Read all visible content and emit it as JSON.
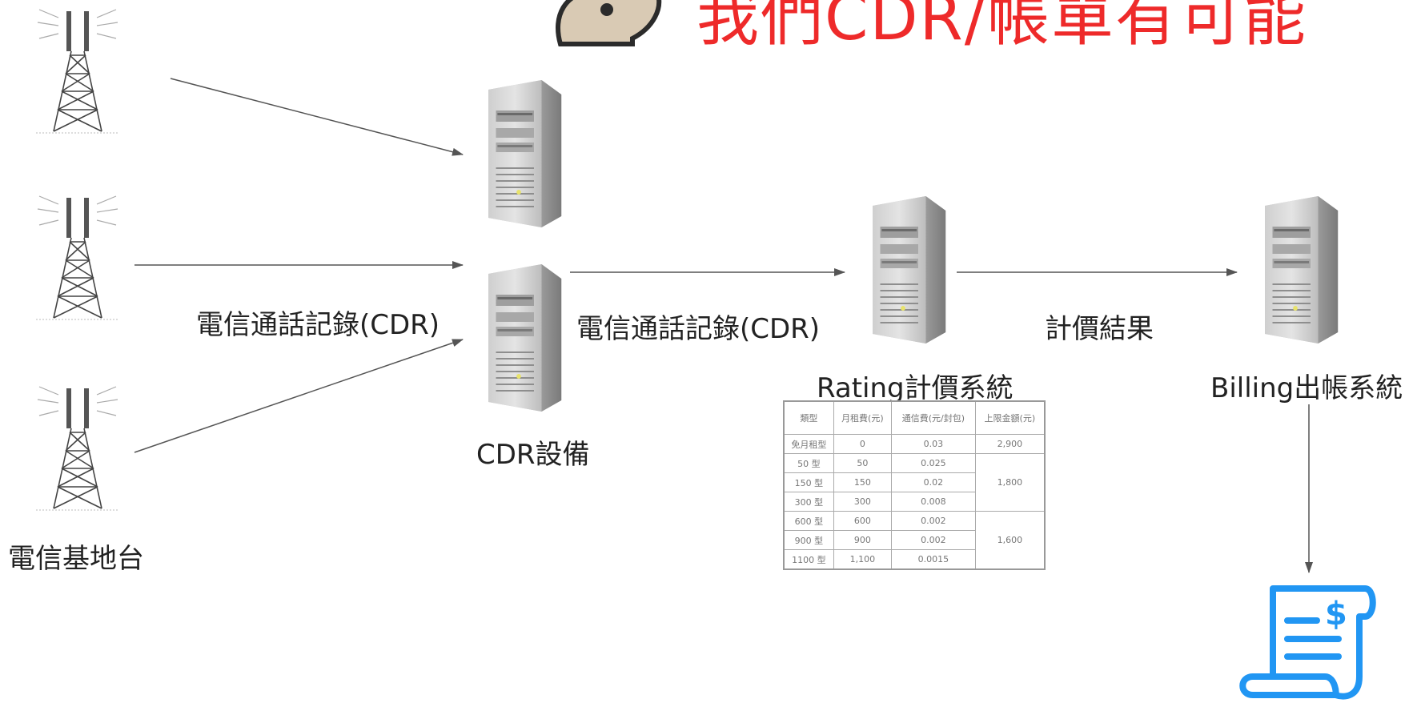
{
  "title": "我們CDR/帳單有可能",
  "labels": {
    "base_station": "電信基地台",
    "cdr_left": "電信通話記錄(CDR)",
    "cdr_mid": "電信通話記錄(CDR)",
    "cdr_device": "CDR設備",
    "rating_system": "Rating計價系統",
    "rating_result": "計價結果",
    "billing_system": "Billing出帳系統"
  },
  "rate_table": {
    "headers": [
      "類型",
      "月租費(元)",
      "通信費(元/封包)",
      "上限金額(元)"
    ],
    "rows": [
      [
        "免月租型",
        "0",
        "0.03",
        "2,900"
      ],
      [
        "50 型",
        "50",
        "0.025",
        "1,800"
      ],
      [
        "150 型",
        "150",
        "0.02",
        ""
      ],
      [
        "300 型",
        "300",
        "0.008",
        ""
      ],
      [
        "600 型",
        "600",
        "0.002",
        "1,600"
      ],
      [
        "900 型",
        "900",
        "0.002",
        ""
      ],
      [
        "1100 型",
        "1,100",
        "0.0015",
        ""
      ]
    ]
  },
  "icons": {
    "tower": "cell-tower-icon",
    "server": "server-tower-icon",
    "bill": "invoice-dollar-icon",
    "person": "thinking-person-icon"
  },
  "colors": {
    "title": "#ee2a2a",
    "bill_icon": "#2196f3",
    "arrow": "#555555"
  }
}
